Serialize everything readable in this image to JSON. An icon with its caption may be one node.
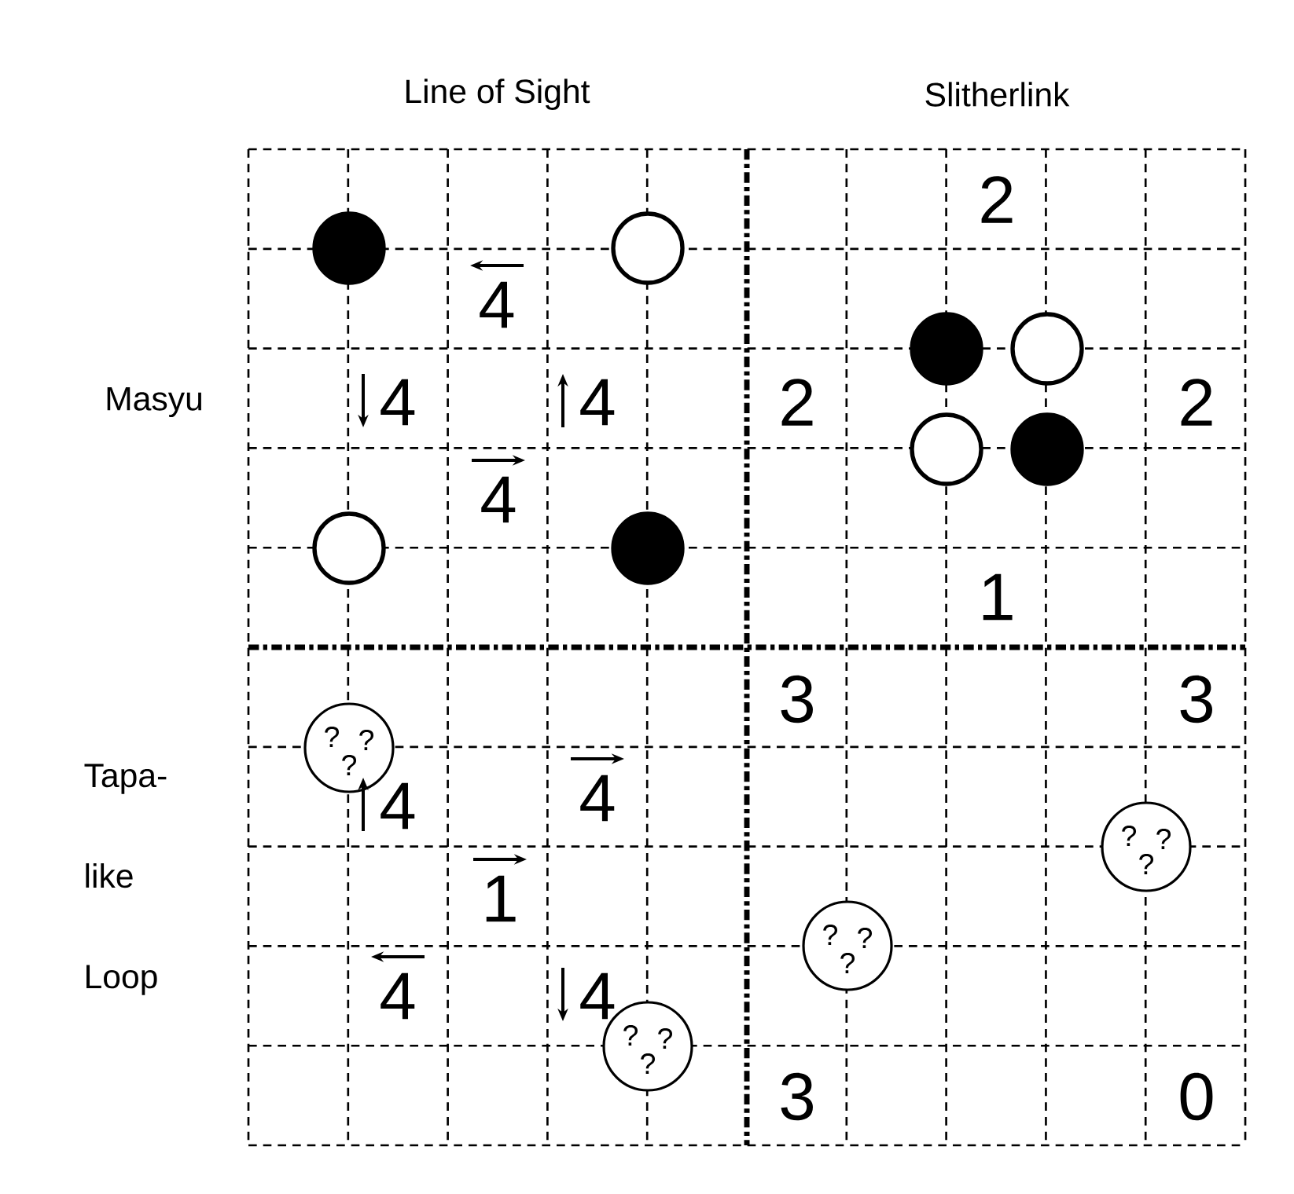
{
  "diagram": {
    "nodes": [
      {
        "text": [
          "?",
          "?",
          "?"
        ]
      },
      {
        "text": [
          "?",
          "?",
          "?"
        ]
      },
      {
        "text": [
          "?",
          "?",
          "?"
        ]
      },
      {
        "text": [
          "?",
          "?",
          "?"
        ]
      }
    ],
    "labels": [
      "Line of Sight",
      "Slitherlink",
      "2",
      "4",
      "Masyu",
      "4",
      "4",
      "2",
      "2",
      "4",
      "1",
      "3",
      "3",
      "4",
      "4",
      "Tapa-like Loop",
      "1",
      "4",
      "4",
      "3",
      "0"
    ]
  }
}
